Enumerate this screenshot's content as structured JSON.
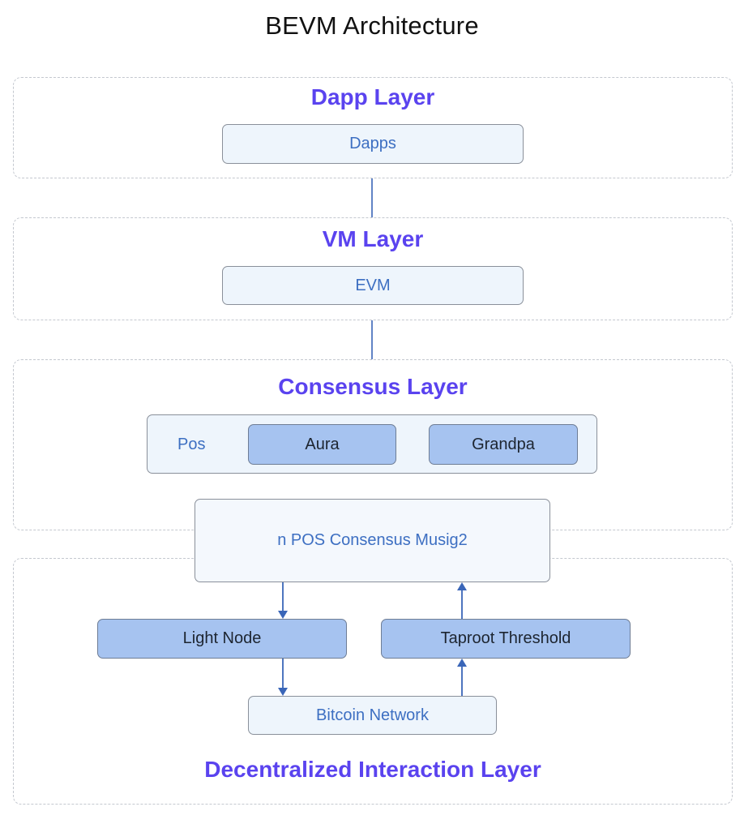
{
  "title": "BEVM Architecture",
  "layers": {
    "dapp": {
      "title": "Dapp Layer",
      "box": "Dapps"
    },
    "vm": {
      "title": "VM Layer",
      "box": "EVM"
    },
    "consensus": {
      "title": "Consensus Layer",
      "pos_label": "Pos",
      "aura": "Aura",
      "grandpa": "Grandpa",
      "musig": "n POS Consensus Musig2"
    },
    "interaction": {
      "title": "Decentralized Interaction Layer",
      "light_node": "Light Node",
      "taproot": "Taproot Threshold",
      "bitcoin": "Bitcoin Network"
    }
  },
  "colors": {
    "layer_title": "#5a43ef",
    "box_light": "#eef5fc",
    "box_dark": "#a6c3f0",
    "connector": "#3a66b8"
  }
}
